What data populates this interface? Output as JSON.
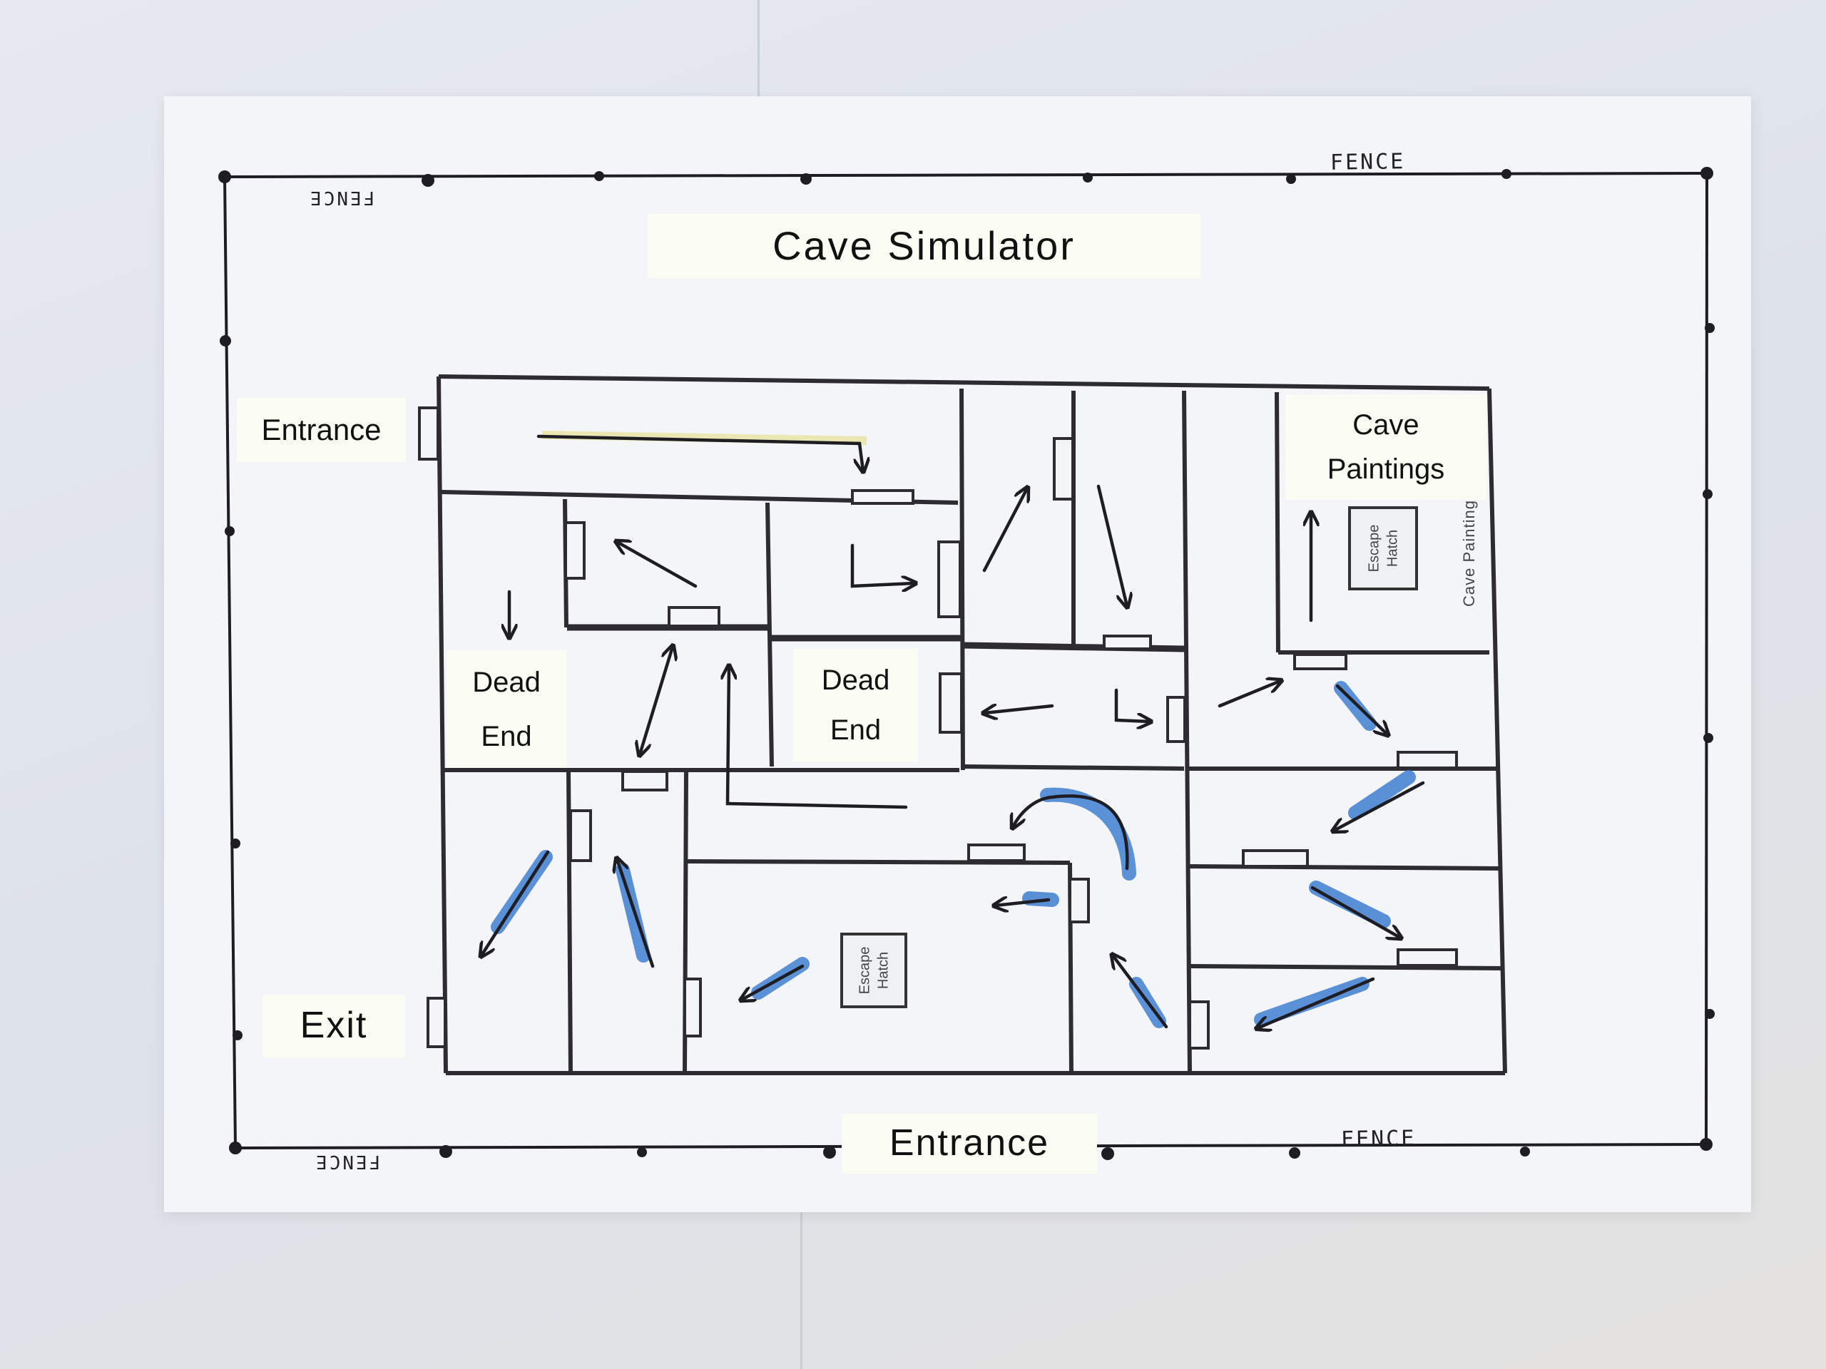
{
  "title": "Cave Simulator",
  "labels": {
    "entrance_left": "Entrance",
    "entrance_bottom": "Entrance",
    "exit": "Exit",
    "dead_end_left": [
      "Dead",
      "End"
    ],
    "dead_end_center": [
      "Dead",
      "End"
    ],
    "cave_paintings": [
      "Cave",
      "Paintings"
    ],
    "cave_paintings_side": "Cave Painting"
  },
  "fence_labels": {
    "top_left": "FENCE",
    "top_right": "FENCE",
    "bottom_left": "FENCE",
    "bottom_right": "FENCE"
  },
  "escape_hatch": {
    "top_right": [
      "Escape",
      "Hatch"
    ],
    "bottom_center": [
      "Escape",
      "Hatch"
    ]
  },
  "colors": {
    "ink": "#2e2b33",
    "highlight_blue": "#3f7fd0",
    "highlight_yellow": "#e8e3a0",
    "paper": "#f4f5f8",
    "label_paper": "#fbfcf4"
  }
}
